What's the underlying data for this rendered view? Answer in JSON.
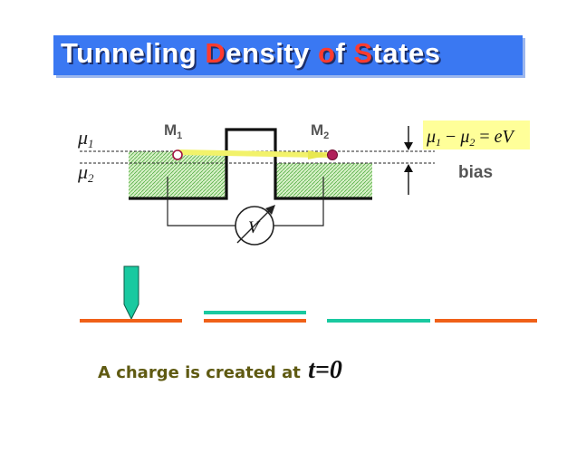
{
  "title": {
    "parts": [
      {
        "text": "Tunneling ",
        "highlight": false
      },
      {
        "text": "D",
        "highlight": true
      },
      {
        "text": "ensity ",
        "highlight": false
      },
      {
        "text": "o",
        "highlight": true
      },
      {
        "text": "f ",
        "highlight": false
      },
      {
        "text": "S",
        "highlight": true
      },
      {
        "text": "tates",
        "highlight": false
      }
    ]
  },
  "diagram": {
    "mu1_symbol": "μ",
    "mu1_subscript": "1",
    "mu2_symbol": "μ",
    "mu2_subscript": "2",
    "m1_label": "M",
    "m1_subscript": "1",
    "m2_label": "M",
    "m2_subscript": "2",
    "voltmeter_label": "V",
    "equation": {
      "mu1": "μ",
      "sub1": "1",
      "minus": " − ",
      "mu2": "μ",
      "sub2": "2",
      "equals": " = ",
      "rhs": "eV"
    },
    "bias_label": "bias"
  },
  "caption": {
    "text": "A charge is created at ",
    "variable": "t=0"
  },
  "colors": {
    "title_background": "#3a78f2",
    "title_highlight": "#ff3b2e",
    "fill_green": "#7cc768",
    "teal": "#19c9a0",
    "orange": "#f06018",
    "particle_m1": "#ffffff",
    "particle_m2": "#b0205a",
    "equation_background": "#ffff99"
  }
}
